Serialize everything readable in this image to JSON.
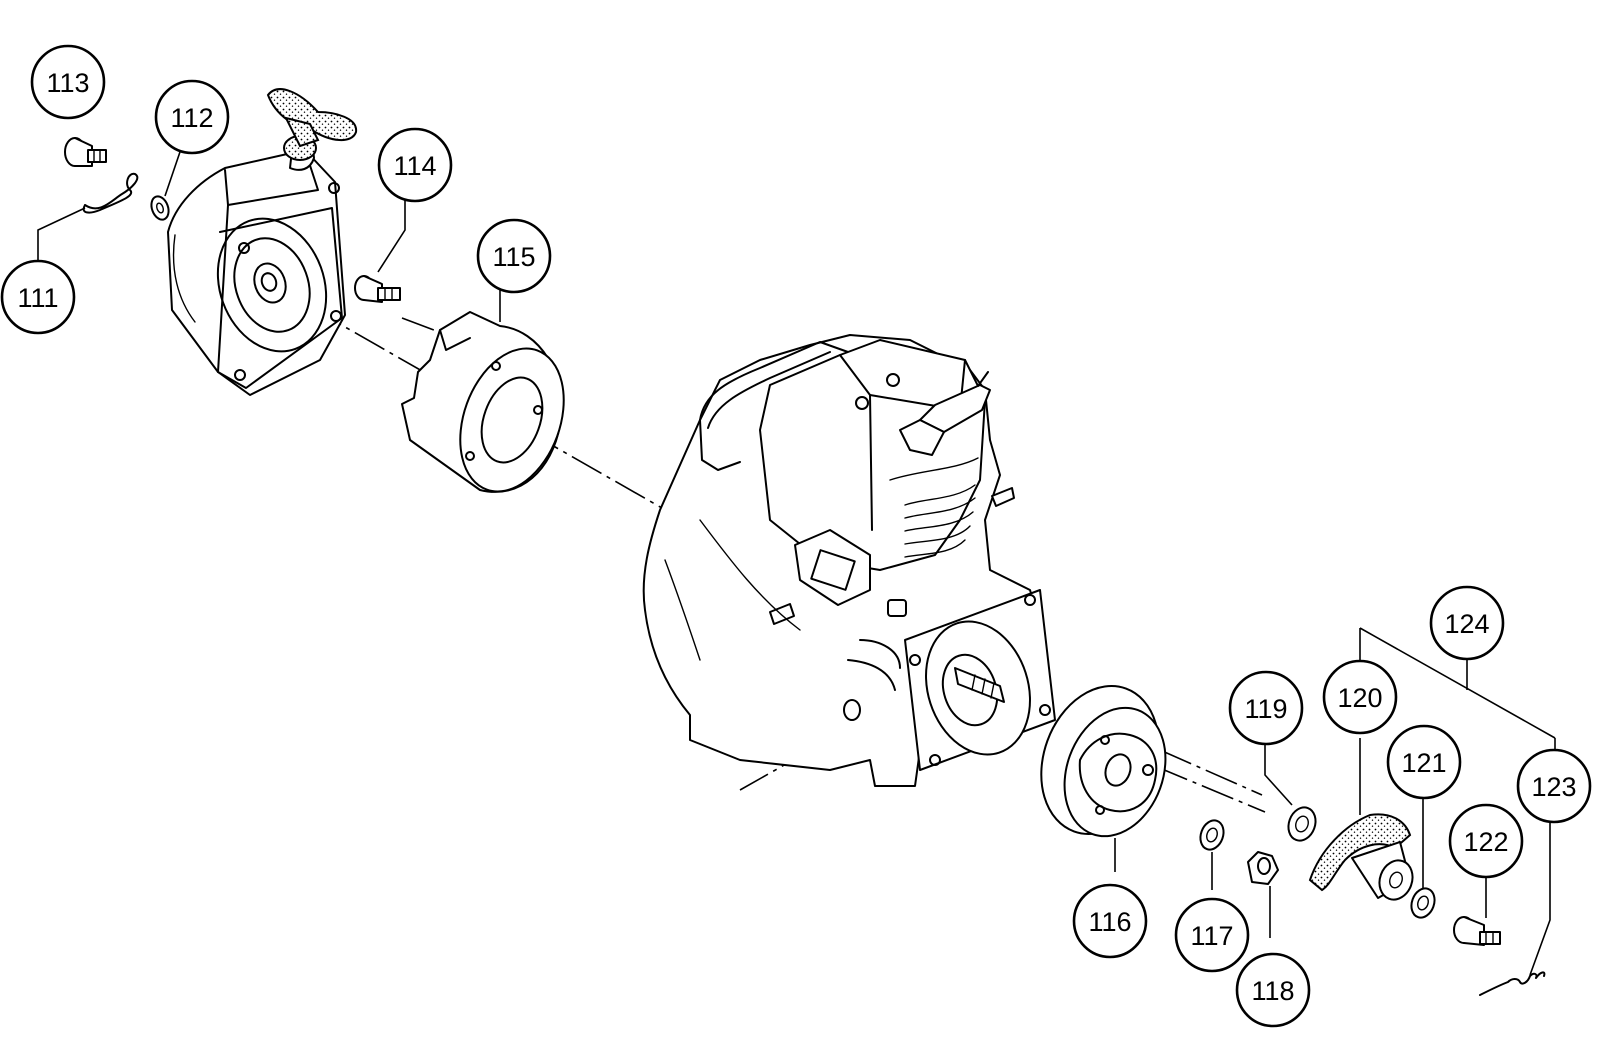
{
  "callouts": [
    {
      "id": "c111",
      "label": "111"
    },
    {
      "id": "c112",
      "label": "112"
    },
    {
      "id": "c113",
      "label": "113"
    },
    {
      "id": "c114",
      "label": "114"
    },
    {
      "id": "c115",
      "label": "115"
    },
    {
      "id": "c116",
      "label": "116"
    },
    {
      "id": "c117",
      "label": "117"
    },
    {
      "id": "c118",
      "label": "118"
    },
    {
      "id": "c119",
      "label": "119"
    },
    {
      "id": "c120",
      "label": "120"
    },
    {
      "id": "c121",
      "label": "121"
    },
    {
      "id": "c122",
      "label": "122"
    },
    {
      "id": "c123",
      "label": "123"
    },
    {
      "id": "c124",
      "label": "124"
    }
  ]
}
